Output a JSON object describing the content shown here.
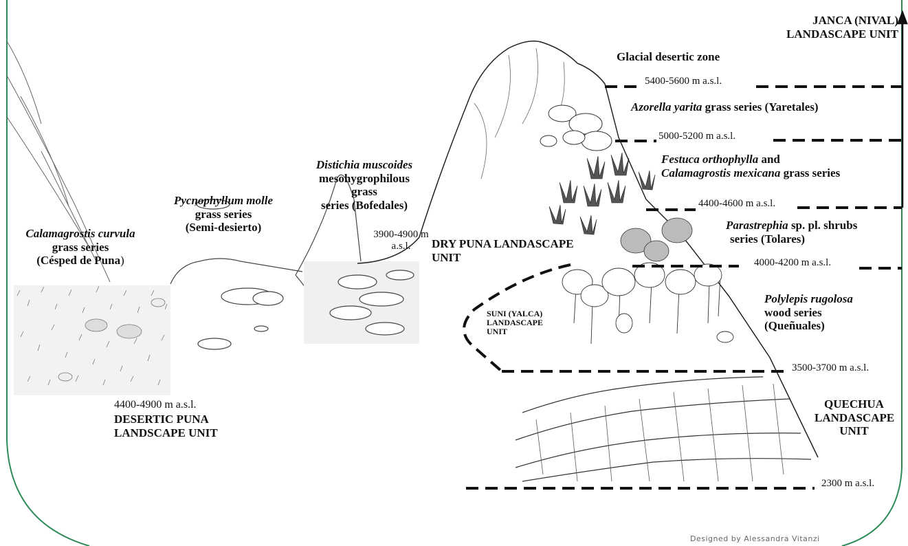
{
  "units": {
    "janca": "JANCA (NIVAL) LANDASCAPE UNIT",
    "dry_puna": "DRY PUNA LANDASCAPE UNIT",
    "suni": "SUNI (YALCA) LANDASCAPE UNIT",
    "quechua": "QUECHUA LANDASCAPE UNIT",
    "desertic_puna": "DESERTIC PUNA LANDSCAPE UNIT"
  },
  "zones": {
    "glacial": "Glacial desertic zone",
    "azorella": {
      "species": "Azorella yarita",
      "rest": " grass series (Yaretales)"
    },
    "festuca": {
      "species1": "Festuca orthophylla",
      "mid": " and ",
      "species2": "Calamagrostis mexicana",
      "rest": " grass series"
    },
    "parastrephia": {
      "species": "Parastrephia",
      "rest1": " sp. pl. shrubs",
      "rest2": "series (Tolares)"
    },
    "polylepis": {
      "species": "Polylepis rugolosa",
      "line2": "wood series",
      "line3": "(Queñuales)"
    },
    "distichia": {
      "species": "Distichia muscoides",
      "line2": "mesohygrophilous grass",
      "line3": "series (Bofedales)"
    },
    "pycnophyllum": {
      "species": "Pycnophyllum molle",
      "line2": "grass series",
      "line3": "(Semi-desierto)"
    },
    "calamagrostis": {
      "species": "Calamagrostis curvula",
      "line2": "grass series",
      "line3a": "(Césped de Puna",
      "line3b": ")"
    }
  },
  "altitudes": {
    "a1": "5400-5600 m a.s.l.",
    "a2": "5000-5200 m a.s.l.",
    "a3": "4400-4600 m a.s.l.",
    "a4": "4000-4200 m a.s.l.",
    "a5": "3500-3700 m a.s.l.",
    "a6": "2300 m a.s.l.",
    "a7_line1": "3900-4900 m",
    "a7_line2": "a.s.l.",
    "a8": "4400-4900 m a.s.l."
  },
  "credit": "Designed by Alessandra Vitanzi",
  "colors": {
    "border": "#2e8b57",
    "ink": "#111111",
    "sketch": "#555555"
  }
}
